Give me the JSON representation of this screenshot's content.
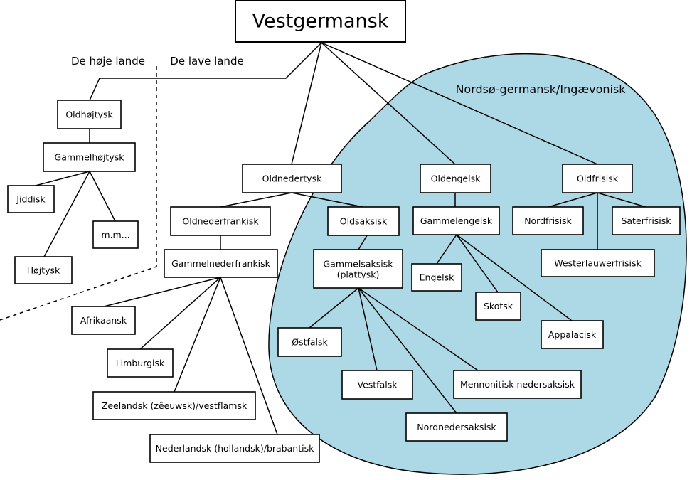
{
  "colors": {
    "region_fill": "#add8e6",
    "line": "#000000",
    "box_fill": "#ffffff"
  },
  "labels": {
    "high_lands": "De høje lande",
    "low_lands": "De lave lande",
    "region": "Nordsø-germansk/Ingævonisk"
  },
  "nodes": {
    "vestgermansk": "Vestgermansk",
    "oldhojtysk": "Oldhøjtysk",
    "gammelhojtysk": "Gammelhøjtysk",
    "jiddisk": "Jiddisk",
    "mm": "m.m...",
    "hojtysk": "Højtysk",
    "oldnedertysk": "Oldnedertysk",
    "oldnederfrankisk": "Oldnederfrankisk",
    "gammelnederfrankisk": "Gammelnederfrankisk",
    "afrikaansk": "Afrikaansk",
    "limburgisk": "Limburgisk",
    "zeelandsk": "Zeelandsk (zêeuwsk)/vestflamsk",
    "nederlandsk": "Nederlandsk (hollandsk)/brabantisk",
    "oldsaksisk": "Oldsaksisk",
    "gammelsaksisk_1": "Gammelsaksisk",
    "gammelsaksisk_2": "(plattysk)",
    "ostfalsk": "Østfalsk",
    "vestfalsk": "Vestfalsk",
    "mennonitisk": "Mennonitisk nedersaksisk",
    "nordnedersaksisk": "Nordnedersaksisk",
    "oldengelsk": "Oldengelsk",
    "gammelengelsk": "Gammelengelsk",
    "engelsk": "Engelsk",
    "skotsk": "Skotsk",
    "appalacisk": "Appalacisk",
    "oldfrisisk": "Oldfrisisk",
    "nordfrisisk": "Nordfrisisk",
    "saterfrisisk": "Saterfrisisk",
    "westerlauwerfrisisk": "Westerlauwerfrisisk"
  }
}
